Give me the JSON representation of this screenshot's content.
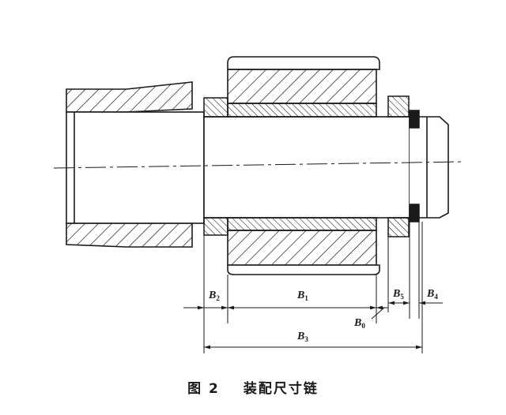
{
  "labels": {
    "b2": {
      "main": "B",
      "sub": "2"
    },
    "b1": {
      "main": "B",
      "sub": "1"
    },
    "b5": {
      "main": "B",
      "sub": "5"
    },
    "b4": {
      "main": "B",
      "sub": "4"
    },
    "b0": {
      "main": "B",
      "sub": "0"
    },
    "b3": {
      "main": "B",
      "sub": "3"
    }
  },
  "caption": {
    "figure_no": "图 2",
    "title": "装配尺寸链"
  },
  "colors": {
    "ink": "#1a1a1a",
    "background": "#ffffff"
  }
}
